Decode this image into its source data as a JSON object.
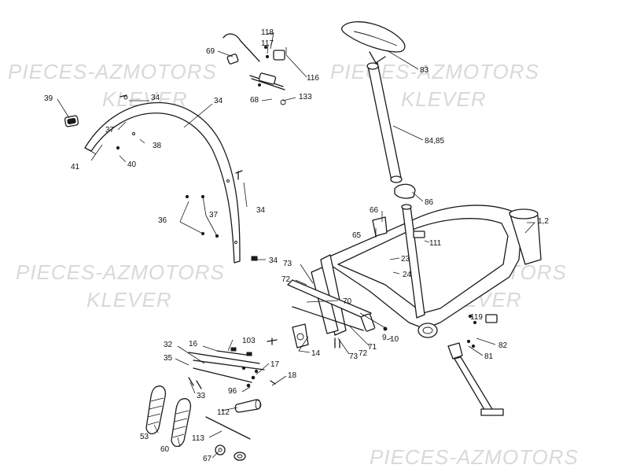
{
  "watermark": {
    "brand_line": "PIECES-AZMOTORS",
    "model_line": "KLEVER"
  },
  "callouts": [
    "1,2",
    "9",
    "10",
    "14",
    "16",
    "17",
    "18",
    "23",
    "24",
    "32",
    "33",
    "34",
    "35",
    "36",
    "37",
    "38",
    "39",
    "40",
    "41",
    "53",
    "60",
    "65",
    "66",
    "67",
    "68",
    "69",
    "70",
    "71",
    "72",
    "73",
    "81",
    "82",
    "83",
    "84,85",
    "86",
    "96",
    "103",
    "111",
    "112",
    "113",
    "116",
    "117",
    "118",
    "119",
    "133"
  ],
  "colors": {
    "line": "#1a1a1a",
    "watermark": "#d9d9d9",
    "background": "#ffffff"
  }
}
